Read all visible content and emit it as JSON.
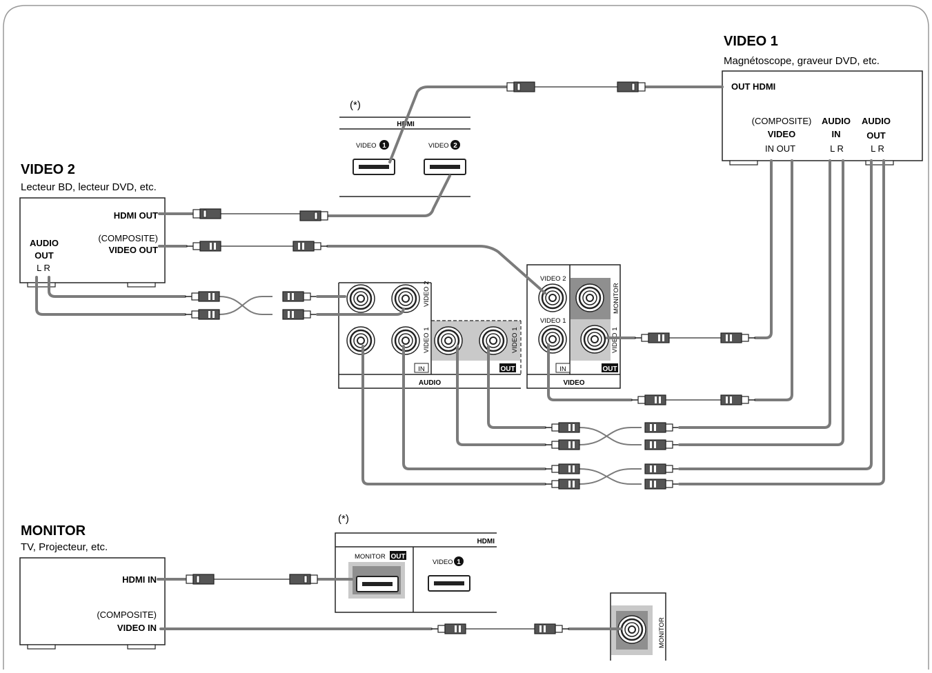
{
  "video1": {
    "title": "VIDEO 1",
    "subtitle": "Magnétoscope, graveur DVD, etc.",
    "out_hdmi": "OUT HDMI",
    "composite": "(COMPOSITE)",
    "video": "VIDEO",
    "in_out": "IN  OUT",
    "audio_in_1": "AUDIO",
    "audio_in_2": "IN",
    "audio_out_1": "AUDIO",
    "audio_out_2": "OUT",
    "lr": "L  R"
  },
  "video2": {
    "title": "VIDEO 2",
    "subtitle": "Lecteur BD, lecteur DVD, etc.",
    "hdmi_out": "HDMI OUT",
    "composite": "(COMPOSITE)",
    "video_out": "VIDEO OUT",
    "audio_1": "AUDIO",
    "audio_2": "OUT",
    "lr": "L  R"
  },
  "monitor": {
    "title": "MONITOR",
    "subtitle": "TV, Projecteur, etc.",
    "hdmi_in": "HDMI IN",
    "composite": "(COMPOSITE)",
    "video_in": "VIDEO IN"
  },
  "receiver": {
    "asterisk": "(*)",
    "hdmi": "HDMI",
    "video_prefix": "VIDEO",
    "num1": "1",
    "num2": "2",
    "audio": "AUDIO",
    "video_section": "VIDEO",
    "in_badge": "IN",
    "out_badge": "OUT",
    "monitor_side": "MONITOR",
    "video2_side": "VIDEO 2",
    "video1_side": "VIDEO 1",
    "monitor_out": "MONITOR"
  },
  "colors": {
    "wire": "#7b7b7b",
    "panel": "#c9c9c9",
    "panel_dark": "#8f8f8f"
  }
}
